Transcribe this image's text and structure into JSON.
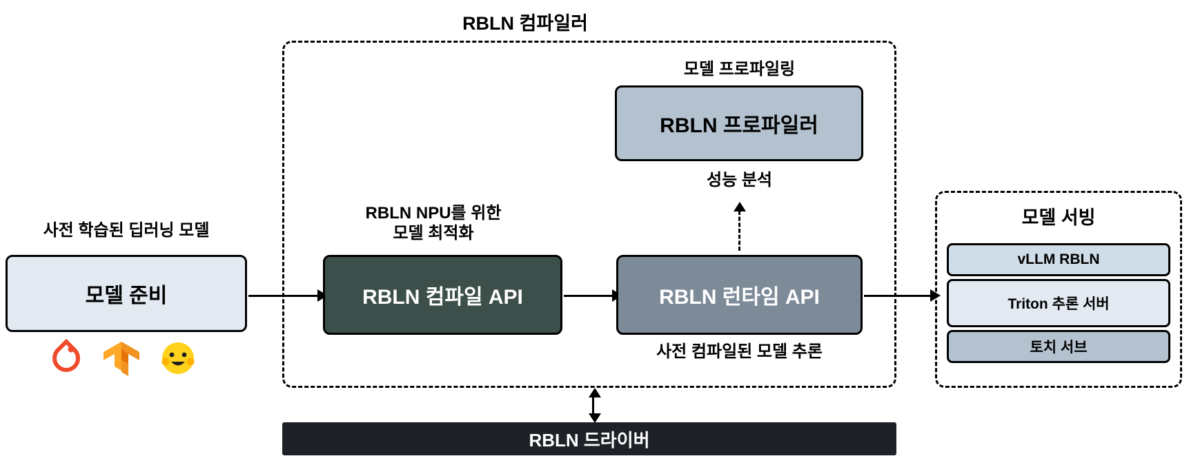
{
  "diagram": {
    "title": "RBLN 컴파일러",
    "stages": {
      "prepare": {
        "caption": "사전 학습된 딥러닝 모델",
        "box_label": "모델 준비",
        "frameworks": [
          {
            "name": "pytorch-icon",
            "label": "PyTorch"
          },
          {
            "name": "tensorflow-icon",
            "label": "TensorFlow"
          },
          {
            "name": "huggingface-icon",
            "label": "Hugging Face"
          }
        ]
      },
      "compile": {
        "caption": "RBLN NPU를 위한\n모델 최적화",
        "box_label": "RBLN 컴파일 API"
      },
      "runtime": {
        "box_label": "RBLN 런타임 API",
        "footnote": "사전 컴파일된 모델 추론"
      },
      "profiler": {
        "caption": "모델 프로파일링",
        "box_label": "RBLN 프로파일러",
        "edge_label": "성능 분석"
      },
      "driver": {
        "box_label": "RBLN 드라이버"
      },
      "serving": {
        "title": "모델 서빙",
        "items": [
          {
            "label": "vLLM RBLN"
          },
          {
            "label": "Triton 추론 서버"
          },
          {
            "label": "토치 서브"
          }
        ]
      }
    },
    "colors": {
      "prepare_fill": "#e3eaf2",
      "compile_fill": "#3d4f4a",
      "runtime_fill": "#7d8a98",
      "profiler_fill": "#b4c2d0",
      "driver_fill": "#1e2228",
      "serve_vllm_fill": "#cfdde8",
      "serve_triton_fill": "#e3eaf2",
      "serve_torch_fill": "#b4c2d0",
      "stroke": "#000000"
    }
  }
}
